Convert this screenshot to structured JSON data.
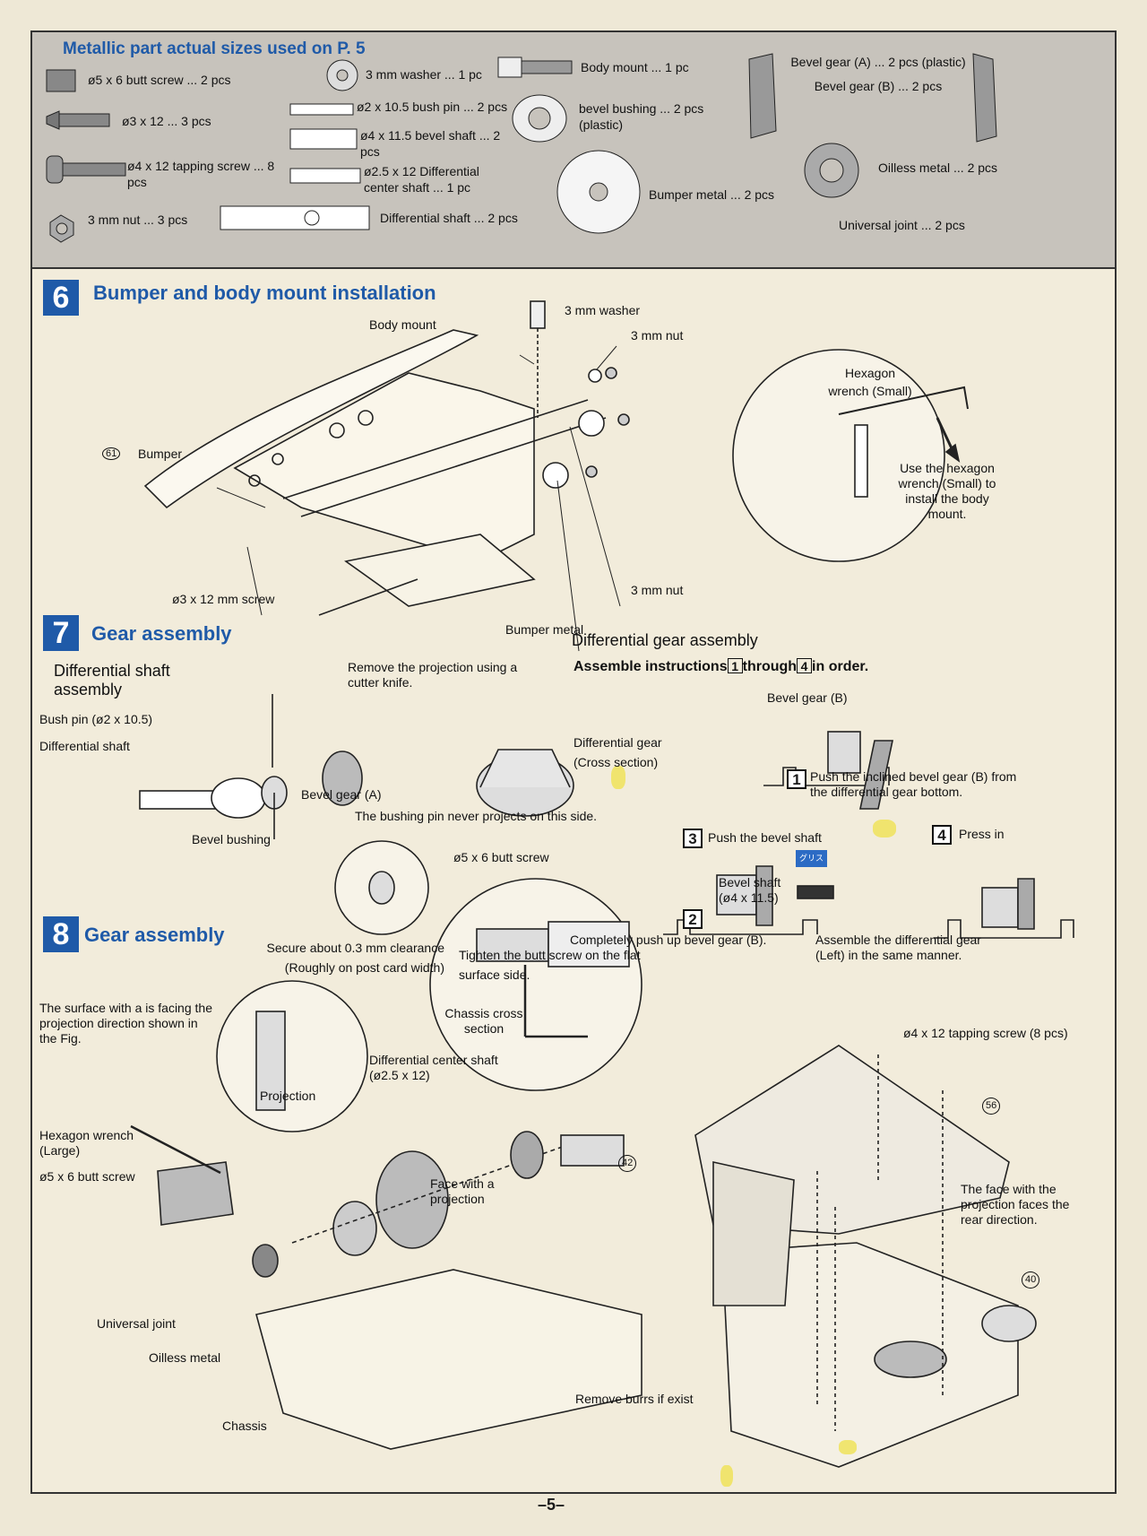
{
  "parts_panel": {
    "title": "Metallic part actual sizes used on P. 5",
    "items": [
      {
        "id": "butt-screw",
        "text": "ø5 x 6 butt screw ... 2 pcs"
      },
      {
        "id": "screw-3x12",
        "text": "ø3 x 12 ... 3 pcs"
      },
      {
        "id": "tapping-screw",
        "text": "ø4 x 12 tapping screw ... 8 pcs"
      },
      {
        "id": "nut",
        "text": "3 mm nut ... 3 pcs"
      },
      {
        "id": "washer",
        "text": "3 mm washer ... 1 pc"
      },
      {
        "id": "bush-pin",
        "text": "ø2 x 10.5 bush pin ... 2 pcs"
      },
      {
        "id": "bevel-shaft",
        "text": "ø4 x 11.5 bevel shaft ... 2 pcs"
      },
      {
        "id": "center-shaft",
        "text": "ø2.5 x 12 Differential center shaft ... 1 pc"
      },
      {
        "id": "diff-shaft",
        "text": "Differential shaft ... 2 pcs"
      },
      {
        "id": "body-mount",
        "text": "Body mount ... 1 pc"
      },
      {
        "id": "bevel-bushing",
        "text": "bevel bushing ... 2 pcs (plastic)"
      },
      {
        "id": "bumper-metal",
        "text": "Bumper metal ... 2 pcs"
      },
      {
        "id": "bevel-gear",
        "text": "Bevel gear (A) ... 2 pcs (plastic) Bevel gear (B) ... 2 pcs"
      },
      {
        "id": "oilless",
        "text": "Oilless metal ... 2 pcs"
      },
      {
        "id": "ujoint",
        "text": "Universal joint ... 2 pcs"
      }
    ]
  },
  "step6": {
    "number": "6",
    "title": "Bumper and body mount installation",
    "labels": {
      "body_mount": "Body mount",
      "washer": "3 mm washer",
      "nut_top": "3 mm nut",
      "bumper": "Bumper",
      "bumper_ref": "61",
      "screw": "ø3 x 12 mm screw",
      "bumper_metal": "Bumper metal",
      "nut_bottom": "3 mm nut",
      "hex_wrench": "Hexagon wrench (Small)",
      "hex_note": "Use the hexagon wrench (Small) to install the body mount."
    }
  },
  "step7": {
    "number": "7",
    "title": "Gear assembly",
    "sub_title": "Differential shaft assembly",
    "labels": {
      "bush_pin": "Bush pin (ø2 x 10.5)",
      "diff_shaft": "Differential shaft",
      "bevel_gear_a": "Bevel gear (A)",
      "bevel_bushing": "Bevel bushing",
      "projection_note": "Remove the projection using a cutter knife.",
      "pin_note": "The bushing pin never projects on this side."
    },
    "diff_gear": {
      "heading": "Differential gear assembly",
      "instruction_prefix": "Assemble instructions",
      "instruction_from": "1",
      "instruction_mid": "through",
      "instruction_to": "4",
      "instruction_suffix": "in order.",
      "bevel_gear_b": "Bevel gear (B)",
      "diff_gear_label": "Differential gear",
      "cross_section": "(Cross section)",
      "step1_num": "1",
      "step1": "Push the inclined bevel gear (B) from the differential gear bottom.",
      "step2_num": "2",
      "step2": "Completely push up bevel gear (B).",
      "step3_num": "3",
      "step3": "Push the bevel shaft",
      "step4_num": "4",
      "step4": "Press in",
      "bevel_shaft": "Bevel shaft (ø4 x 11.5)",
      "grease_tag": "グリス",
      "left_note": "Assemble the differential gear (Left) in the same manner."
    }
  },
  "step8": {
    "number": "8",
    "title": "Gear assembly",
    "labels": {
      "butt_screw_zoom": "ø5 x 6 butt screw",
      "clearance": "Secure about 0.3 mm clearance (Roughly on post card width)",
      "tighten": "Tighten the butt screw on the flat surface side.",
      "chassis_cross": "Chassis cross section",
      "surface_note": "The surface with a is facing the projection direction shown in the Fig.",
      "projection": "Projection",
      "center_shaft": "Differential center shaft (ø2.5 x 12)",
      "hex_large": "Hexagon wrench (Large)",
      "butt_screw": "ø5 x 6 butt screw",
      "face_projection": "Face with a projection",
      "ujoint": "Universal joint",
      "oilless": "Oilless metal",
      "chassis": "Chassis",
      "burrs": "Remove burrs if exist",
      "tapping": "ø4 x 12 tapping screw (8 pcs)",
      "ref56": "56",
      "ref42": "42",
      "ref40": "40",
      "face_rear": "The face with the projection faces the rear direction."
    }
  },
  "page_number": "–5–"
}
